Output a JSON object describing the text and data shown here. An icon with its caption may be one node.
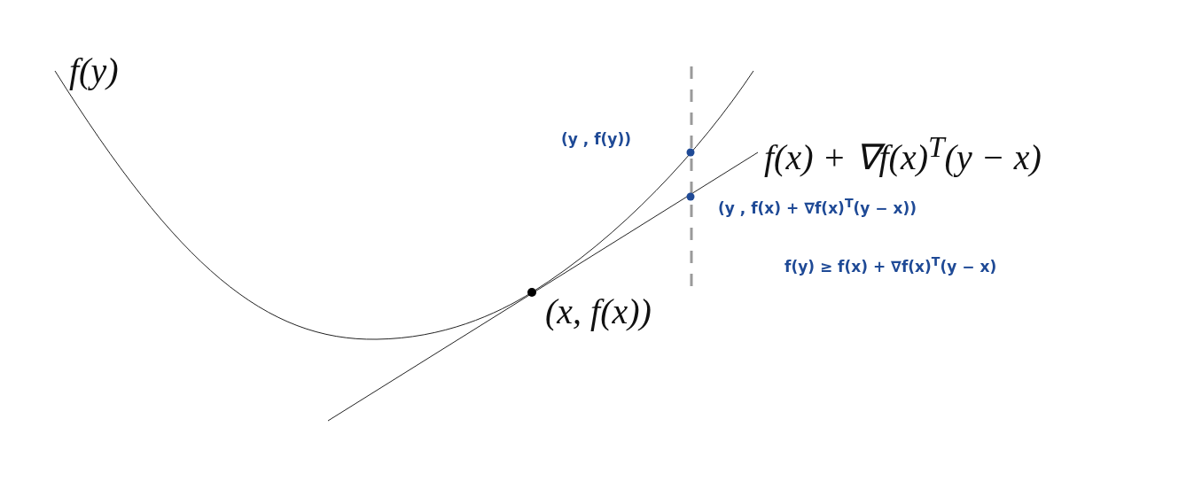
{
  "diagram": {
    "labels": [
      "f(y)",
      "(y , f(y))",
      "f(x) + ∇f(x)$^{T}$(y − x)",
      "(y , f(x) + ∇f(x)$^{T}$(y − x))",
      "f(y) ≥ f(x) + ∇f(x)$^{T}$(y − x)",
      "(x, f(x))"
    ]
  }
}
